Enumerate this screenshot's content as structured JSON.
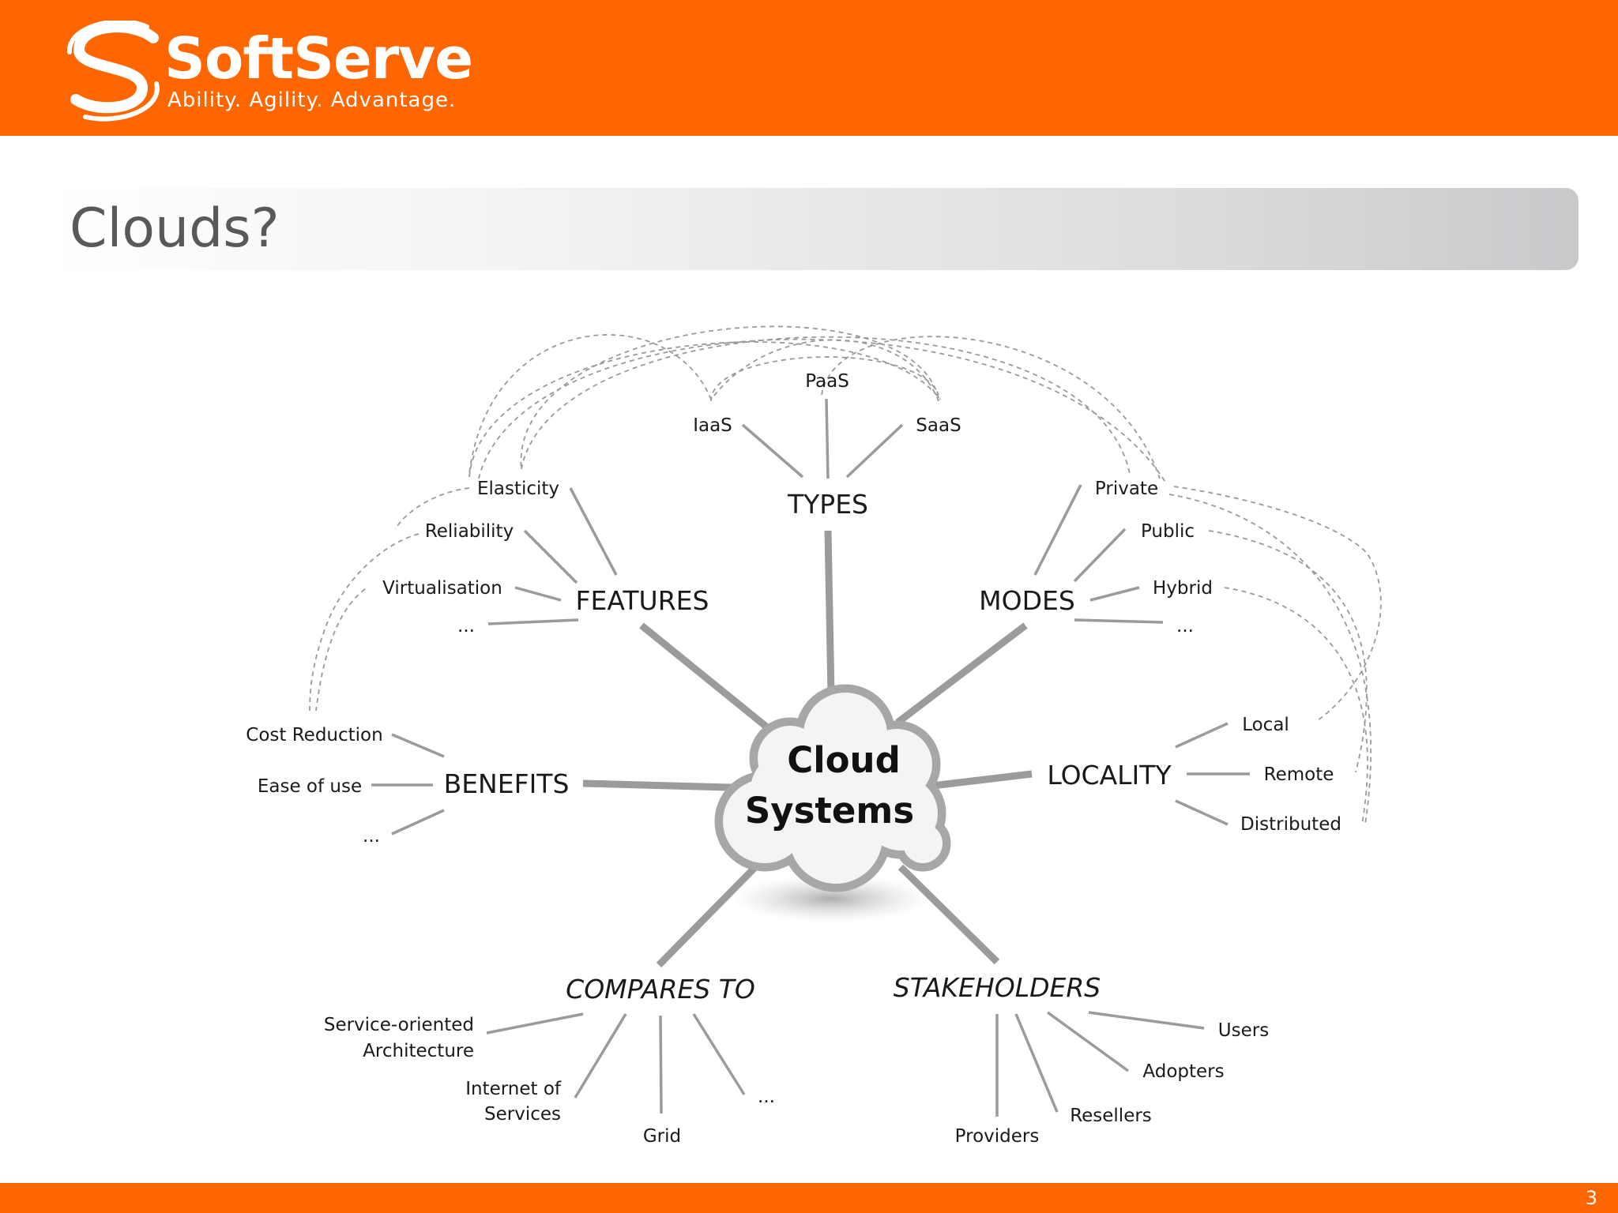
{
  "header": {
    "logo_name": "SoftServe",
    "logo_tagline": "Ability. Agility. Advantage.",
    "brand_color": "#ff6600"
  },
  "slide": {
    "title": "Clouds?",
    "page_number": "3"
  },
  "diagram": {
    "center_line1": "Cloud",
    "center_line2": "Systems",
    "types": {
      "label": "TYPES",
      "items": [
        "IaaS",
        "PaaS",
        "SaaS"
      ]
    },
    "features": {
      "label": "FEATURES",
      "items": [
        "Elasticity",
        "Reliability",
        "Virtualisation",
        "..."
      ]
    },
    "modes": {
      "label": "MODES",
      "items": [
        "Private",
        "Public",
        "Hybrid",
        "..."
      ]
    },
    "benefits": {
      "label": "BENEFITS",
      "items": [
        "Cost Reduction",
        "Ease of use",
        "..."
      ]
    },
    "locality": {
      "label": "LOCALITY",
      "items": [
        "Local",
        "Remote",
        "Distributed"
      ]
    },
    "compares_to": {
      "label": "COMPARES TO",
      "soa_line1": "Service-oriented",
      "soa_line2": "Architecture",
      "ios_line1": "Internet of",
      "ios_line2": "Services",
      "grid": "Grid",
      "more": "..."
    },
    "stakeholders": {
      "label": "STAKEHOLDERS",
      "items": [
        "Users",
        "Adopters",
        "Resellers",
        "Providers"
      ]
    }
  }
}
